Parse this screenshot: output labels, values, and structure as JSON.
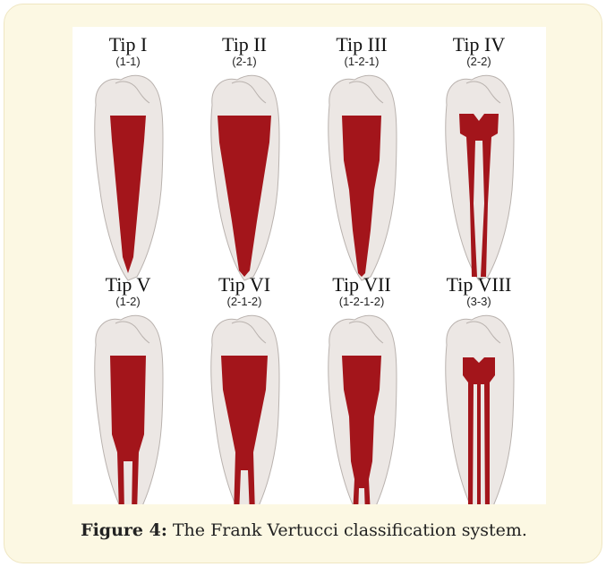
{
  "figure": {
    "caption_label": "Figure 4:",
    "caption_text": " The Frank Vertucci classification system.",
    "colors": {
      "tooth": "#ece7e4",
      "canal": "#a3151b",
      "outline": "#b9b2ae"
    },
    "rows": [
      [
        {
          "title": "Tip I",
          "code": "(1-1)",
          "canals": "single"
        },
        {
          "title": "Tip II",
          "code": "(2-1)",
          "canals": "two-merge"
        },
        {
          "title": "Tip III",
          "code": "(1-2-1)",
          "canals": "split-merge"
        },
        {
          "title": "Tip IV",
          "code": "(2-2)",
          "canals": "two-separate"
        }
      ],
      [
        {
          "title": "Tip V",
          "code": "(1-2)",
          "canals": "one-split"
        },
        {
          "title": "Tip VI",
          "code": "(2-1-2)",
          "canals": "two-merge-split"
        },
        {
          "title": "Tip VII",
          "code": "(1-2-1-2)",
          "canals": "split-merge-split"
        },
        {
          "title": "Tip VIII",
          "code": "(3-3)",
          "canals": "three-separate"
        }
      ]
    ]
  }
}
